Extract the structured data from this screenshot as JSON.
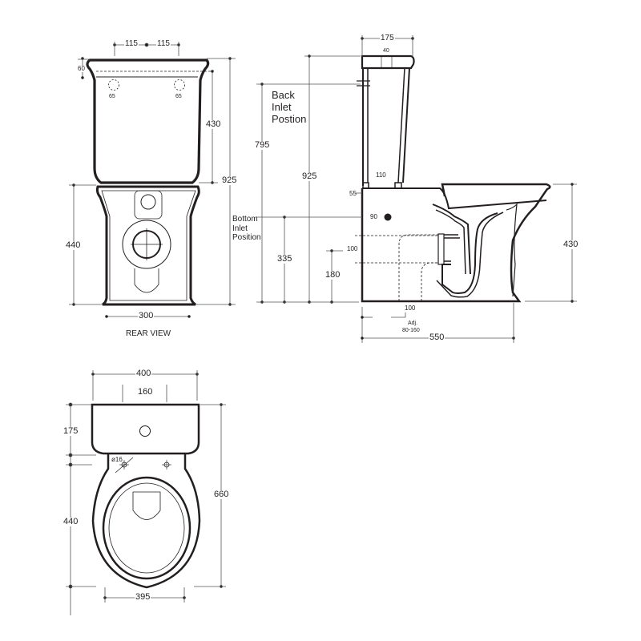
{
  "colors": {
    "ink": "#231f20",
    "dim_line": "#555555",
    "background": "#ffffff"
  },
  "rear_view": {
    "caption": "REAR VIEW",
    "dims": {
      "inlet_spacing_left": "115",
      "inlet_spacing_right": "115",
      "top_lip": "60",
      "inlet_dia_left": "65",
      "inlet_dia_right": "65",
      "cistern_height": "430",
      "total_height": "925",
      "pan_height": "440",
      "base_width": "300"
    }
  },
  "side_view": {
    "back_inlet_label": "Back\nInlet\nPostion",
    "bottom_inlet_label": "Bottom\nInlet\nPosition",
    "dims": {
      "cistern_depth": "175",
      "lid_button": "40",
      "back_inlet_height": "795",
      "total_height": "925",
      "cistern_base": "110",
      "pan_lip": "55",
      "bottom_inlet_offset": "90",
      "bottom_inlet_height": "335",
      "outlet_height": "180",
      "outlet_dia": "100",
      "outlet_set": "100",
      "adjustable_label": "Adj.",
      "adjustable_range": "80-160",
      "pan_height": "430",
      "total_depth": "550"
    }
  },
  "plan_view": {
    "dims": {
      "cistern_width": "400",
      "fixing_spacing": "160",
      "cistern_depth": "175",
      "seat_hole_dia": "ø16",
      "pan_length": "440",
      "total_length": "660",
      "pan_width": "395"
    }
  }
}
